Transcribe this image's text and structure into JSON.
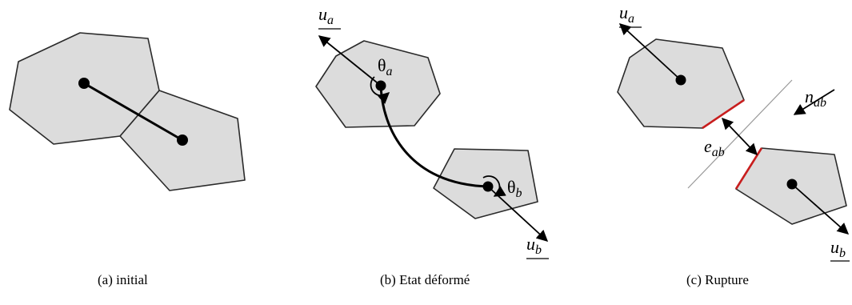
{
  "panels": {
    "a": {
      "caption": "(a)  initial"
    },
    "b": {
      "caption": "(b)  Etat déformé",
      "labels": {
        "ua": "u",
        "ua_sub": "a",
        "ub": "u",
        "ub_sub": "b",
        "theta_a": "θ",
        "theta_a_sub": "a",
        "theta_b": "θ",
        "theta_b_sub": "b"
      }
    },
    "c": {
      "caption": "(c)  Rupture",
      "labels": {
        "ua": "u",
        "ua_sub": "a",
        "ub": "u",
        "ub_sub": "b",
        "nab": "n",
        "nab_sub": "ab",
        "eab": "e",
        "eab_sub": "ab"
      }
    }
  },
  "colors": {
    "fill": "#dcdcdc",
    "stroke": "#2a2a2a",
    "rupture": "#c81e1e",
    "cut_line": "#999999"
  }
}
